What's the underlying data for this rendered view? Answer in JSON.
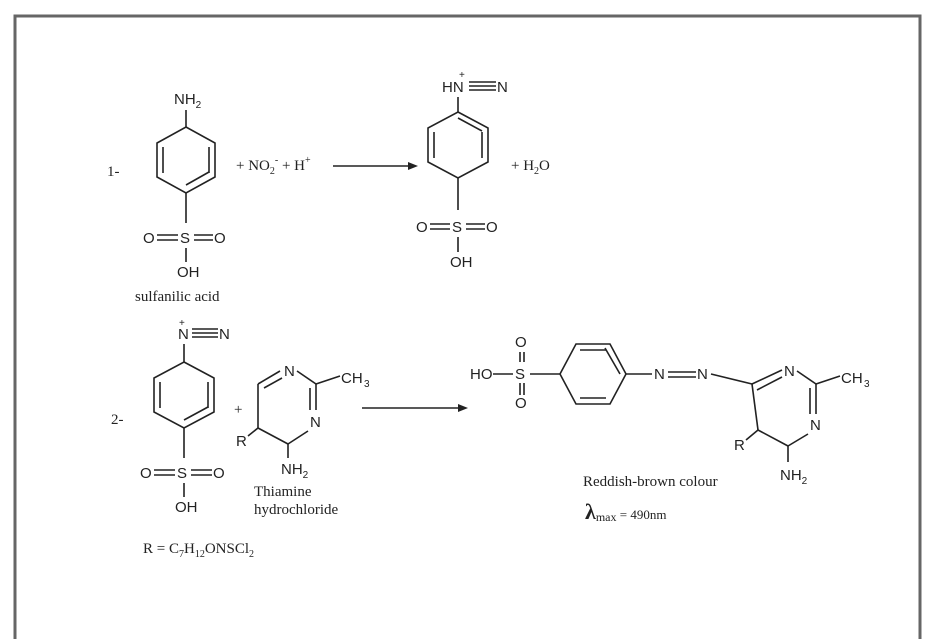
{
  "reaction1": {
    "step_label": "1-",
    "reactant_amine": "NH",
    "reactant_amine_sub": "2",
    "reactant_name": "sulfanilic acid",
    "reagents_pre": "+ NO",
    "reagents_sub": "2",
    "reagents_sup": "-",
    "reagents_mid": " + H",
    "reagents_sup2": "+",
    "product_diazo": "HN",
    "product_diazo_n": "N",
    "product_charge": "+",
    "byproduct_pre": "+ H",
    "byproduct_sub": "2",
    "byproduct_post": "O"
  },
  "reaction2": {
    "step_label": "2-",
    "diazo_n": "N",
    "diazo_n2": "N",
    "diazo_charge": "+",
    "plus": "+",
    "pyrimidine_n1": "N",
    "pyrimidine_n2": "N",
    "methyl": "CH",
    "methyl_sub": "3",
    "r_group": "R",
    "amine": "NH",
    "amine_sub": "2",
    "thiamine_line1": "Thiamine",
    "thiamine_line2": "hydrochloride",
    "r_def_pre": "R = C",
    "r_def_s1": "7",
    "r_def_mid": "H",
    "r_def_s2": "12",
    "r_def_post": "ONSCl",
    "r_def_s3": "2",
    "product_ho": "HO",
    "product_s": "S",
    "product_o": "O",
    "product_n": "N",
    "product_n2": "N",
    "product_color": "Reddish-brown colour",
    "lambda_sym": "λ",
    "lambda_sub": "max",
    "lambda_val": " = 490nm"
  },
  "sulfonyl": {
    "o": "O",
    "s": "S",
    "oh": "OH"
  }
}
